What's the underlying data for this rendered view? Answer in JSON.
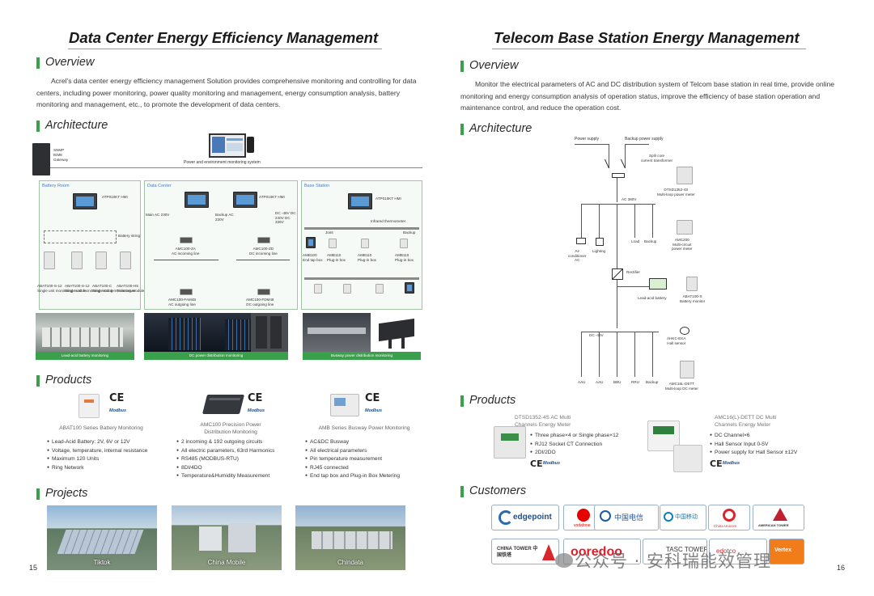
{
  "left": {
    "title": "Data Center Energy Efficiency Management",
    "overview_heading": "Overview",
    "overview_text": "Acrel's data center energy efficiency management Solution provides comprehensive monitoring and controlling for data centers, including power monitoring, power quality monitoring and management, energy consumption analysis, battery monitoring and management, etc., to promote the development of data centers.",
    "architecture_heading": "Architecture",
    "arch": {
      "gateway": [
        "SNMP",
        "IEM8",
        "Gateway"
      ],
      "system_label": "Power and environment monitoring system",
      "zones": [
        "Battery Room",
        "Data Center",
        "Base Station"
      ],
      "battery_string": "Battery string",
      "battery_modules": [
        "ABAT100-S-12\nSingle unit monitoring module",
        "ABAT100-S-12\nSingle unit monitoring module",
        "ABAT100-C\nSingle string monitoring module",
        "ABAT100-HS\nTransceiver"
      ],
      "dc_labels": [
        "Main AC 230V",
        "Backup AC 230V",
        "DC -48V DC 240V DC 336V"
      ],
      "amc_labels": [
        "AMC100-ZA\nAC incoming line",
        "AMC100-ZD\nDC incoming line",
        "AMC100-FAM48\nAC outgoing line",
        "AMC100-FDM48\nDC outgoing line"
      ],
      "busway_labels": [
        "AMB100\nEnd tap box",
        "AMB110\nPlug-in box",
        "AMB110\nPlug-in box",
        "AMB110\nPlug-in box",
        "Infrared thermometer",
        "Joint",
        "Backup"
      ],
      "atp": "ATP010KT HMI",
      "bottom_captions": [
        "Lead-acid battery monitoring",
        "DC power distribution monitoring",
        "Busway power distribution monitoring"
      ]
    },
    "products_heading": "Products",
    "products": [
      {
        "name": "ABAT100 Series Battery Monitoring",
        "bullets": [
          "Lead-Acid Battery: 2V, 6V or 12V",
          "Voltage, temperature, internal resistance",
          "Maximum 120 Units",
          "Ring Network"
        ]
      },
      {
        "name": "AMC100 Precision Power\nDistribution Monitoring",
        "bullets": [
          "2 incoming & 192 outgoing circuits",
          "All electric parameters, 63rd Harmonics",
          "RS485 (MODBUS-RTU)",
          "8DI/4DO",
          "Temperature&Humidity Measurement"
        ]
      },
      {
        "name": "AMB Series Busway Power Monitoring",
        "bullets": [
          "AC&DC Busway",
          "All electrical parameters",
          "Pin temperature measurement",
          "RJ45 connected",
          "End tap box and Plug-in Box Metering"
        ]
      }
    ],
    "ce_mark": "CE",
    "modbus": "Modbus",
    "projects_heading": "Projects",
    "projects": [
      "Tiktok",
      "China Mobile",
      "Chindata"
    ],
    "page_number": "15"
  },
  "right": {
    "title": "Telecom Base Station Energy Management",
    "overview_heading": "Overview",
    "overview_text": "Monitor the electrical parameters of AC and DC distribution system of Telcom base station in real time, provide online monitoring and energy consumption analysis of operation status, improve the efficiency of base station operation and maintenance control, and reduce the operation cost.",
    "architecture_heading": "Architecture",
    "diagram": {
      "power_supply": "Power supply",
      "backup_power_supply": "Backup power supply",
      "split_core": "Split core\ncurrent transformer",
      "dtsd": "DTSD1352-4S\nMulti-loop power meter",
      "ac380": "AC 380V",
      "air_conditioner": "Air\nconditioner\nAC",
      "lighting": "Lighting",
      "load": "Load",
      "backup": "Backup",
      "amc200": "AMC200\nMulti-circuit\npower meter",
      "rectifier": "Rectifier",
      "lead_acid": "Lead-acid battery",
      "abat": "ABAT100-S\nBattery monitor",
      "dc48": "DC -48V",
      "hall": "AHKC-EKA\nHall sensor",
      "outputs": [
        "AAU",
        "AAU",
        "BBU",
        "RRU",
        "Backup"
      ],
      "amc16": "AMC16L-DETT\nMulti-loop DC meter"
    },
    "products_heading": "Products",
    "products": [
      {
        "name": "DTSD1352-4S AC Multi\nChannels Energy Meter",
        "bullets": [
          "Three phase×4 or Single phase×12",
          "RJ12 Socket CT Connection",
          "2DI/2DO"
        ]
      },
      {
        "name": "AMC16(L)-DETT DC Multi\nChannels Energy Meter",
        "bullets": [
          "DC Channel×6",
          "Hall Sensor Input 0-5V",
          "Power supply for Hall Sensor ±12V"
        ]
      }
    ],
    "ce_mark": "CE",
    "modbus": "Modbus",
    "customers_heading": "Customers",
    "customers": [
      "edgepoint",
      "vodafone",
      "中国电信",
      "中国移动",
      "China Unicom",
      "AMERICAN TOWER",
      "CHINA TOWER 中国铁塔",
      "ooredoo",
      "TASC TOWERS",
      "edotco",
      "Vertex"
    ],
    "watermark": "公众号 · 安科瑞能效管理",
    "page_number": "16"
  }
}
